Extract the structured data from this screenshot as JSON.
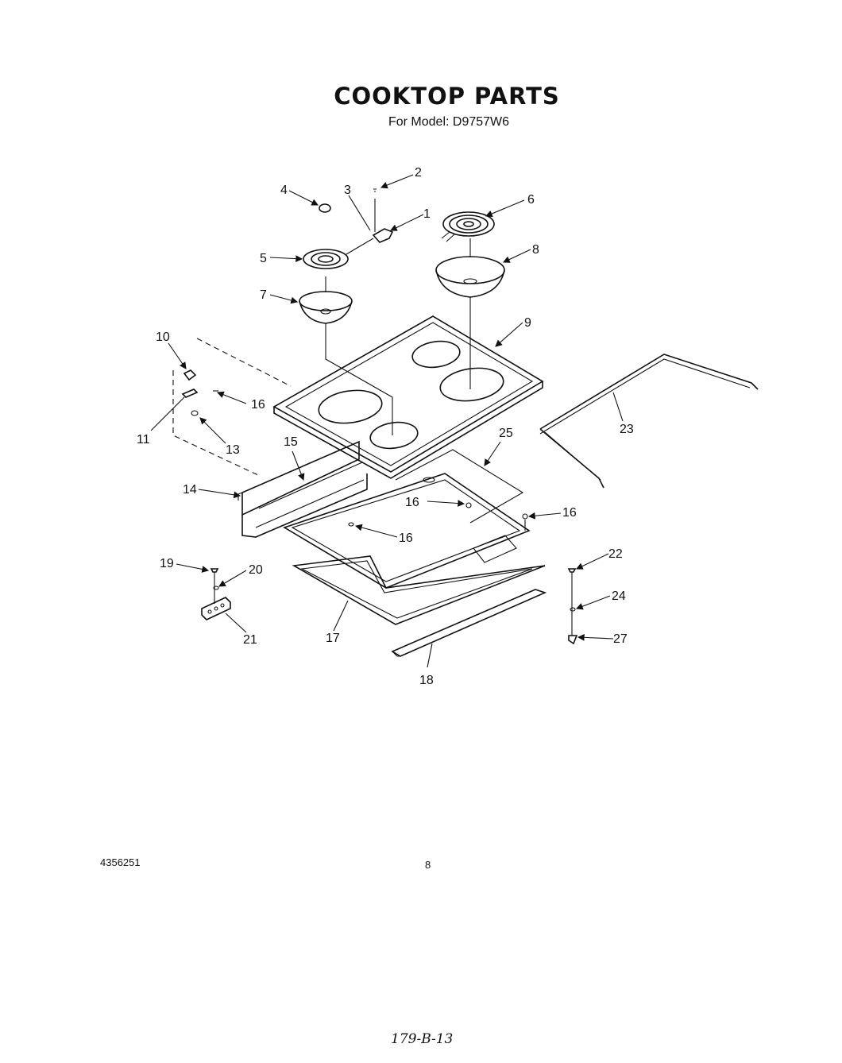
{
  "header": {
    "title": "COOKTOP PARTS",
    "subtitle": "For Model: D9757W6"
  },
  "callouts": {
    "c1": "1",
    "c2": "2",
    "c3": "3",
    "c4": "4",
    "c5": "5",
    "c6": "6",
    "c7": "7",
    "c8": "8",
    "c9": "9",
    "c10": "10",
    "c11": "11",
    "c13": "13",
    "c14": "14",
    "c15": "15",
    "c16a": "16",
    "c16b": "16",
    "c16c": "16",
    "c16d": "16",
    "c17": "17",
    "c18": "18",
    "c19": "19",
    "c20": "20",
    "c21": "21",
    "c22": "22",
    "c23": "23",
    "c24": "24",
    "c25": "25",
    "c27": "27"
  },
  "footer": {
    "doc_number": "4356251",
    "page_number": "8",
    "handwritten_code": "179-B-13"
  }
}
